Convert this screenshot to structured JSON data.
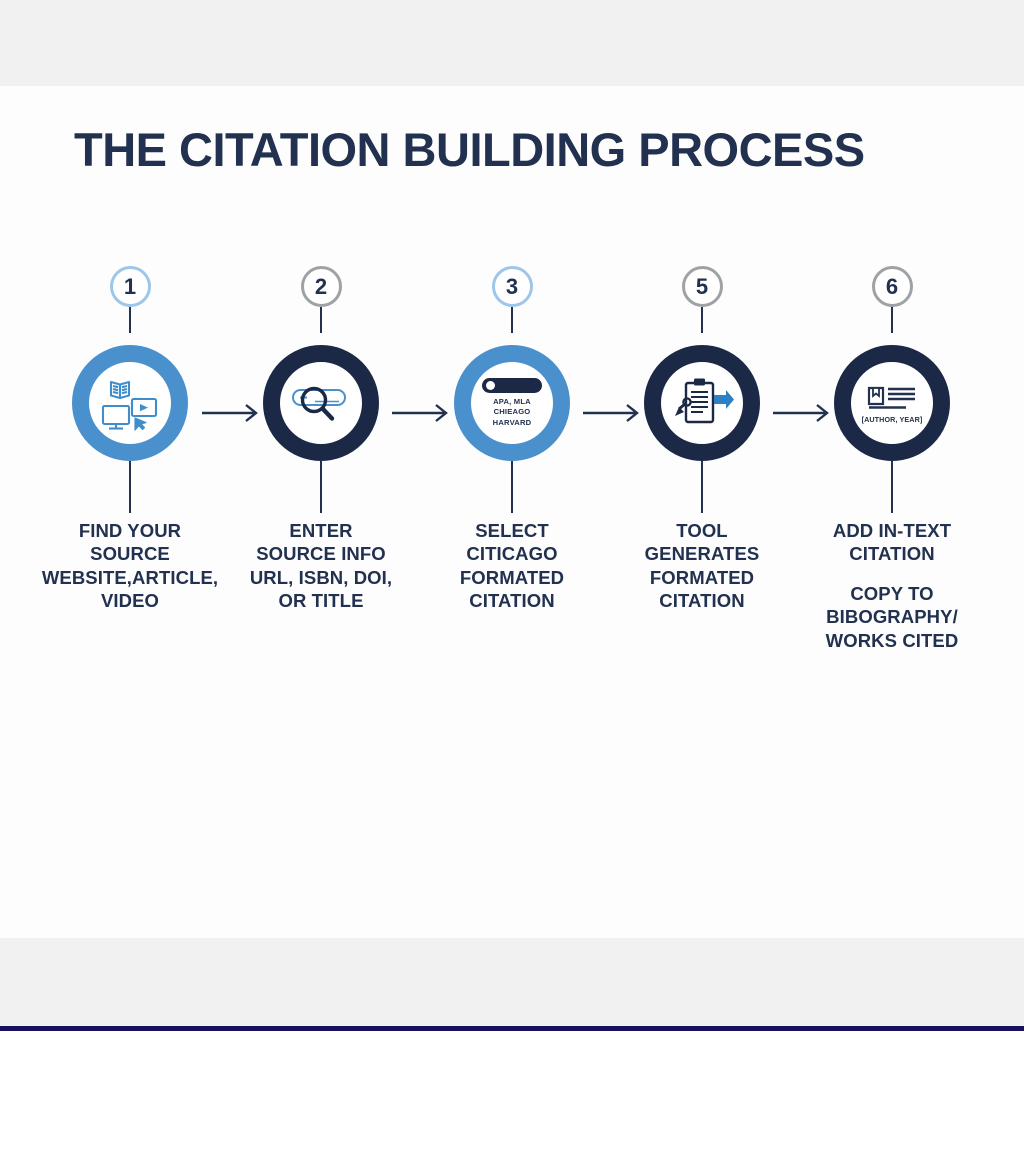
{
  "title": "THE CITATION BUILDING PROCESS",
  "colors": {
    "navy": "#1b2947",
    "title_navy": "#22314f",
    "blue": "#4a90cd",
    "light_blue_ring": "#9ec6e8",
    "gray_ring": "#9fa2a5",
    "band_gray": "#f1f1f1",
    "bottom_rule": "#16125c"
  },
  "steps": [
    {
      "number": "1",
      "badge_ring": "blue",
      "circle_color": "blue",
      "icon": "source-media-icon",
      "caption_lines": [
        "FIND YOUR",
        "SOURCE",
        "WEBSITE,ARTICLE,",
        "VIDEO"
      ],
      "caption_block2": []
    },
    {
      "number": "2",
      "badge_ring": "gray",
      "circle_color": "navy",
      "icon": "search-bar-magnifier-icon",
      "caption_lines": [
        "ENTER",
        "SOURCE INFO",
        "URL, ISBN, DOI,",
        "OR TITLE"
      ],
      "caption_block2": []
    },
    {
      "number": "3",
      "badge_ring": "blue",
      "circle_color": "blue",
      "icon": "format-toggle-icon",
      "format_options": [
        "APA, MLA",
        "CHIEAGO",
        "HARVARD"
      ],
      "caption_lines": [
        "SELECT",
        "CITICAGO",
        "FORMATED",
        "CITATION"
      ],
      "caption_block2": []
    },
    {
      "number": "5",
      "badge_ring": "gray",
      "circle_color": "navy",
      "icon": "clipboard-signature-arrow-icon",
      "caption_lines": [
        "TOOL",
        "GENERATES",
        "FORMATED",
        "CITATION"
      ],
      "caption_block2": []
    },
    {
      "number": "6",
      "badge_ring": "gray",
      "circle_color": "navy",
      "icon": "document-citation-icon",
      "icon_label": "[AUTHOR, YEAR]",
      "caption_lines": [
        "ADD IN-TEXT",
        "CITATION"
      ],
      "caption_block2": [
        "COPY TO",
        "BIBOGRAPHY/",
        "WORKS CITED"
      ]
    }
  ],
  "arrows": [
    "flow-arrow-1-2",
    "flow-arrow-2-3",
    "flow-arrow-3-5",
    "flow-arrow-5-6"
  ]
}
